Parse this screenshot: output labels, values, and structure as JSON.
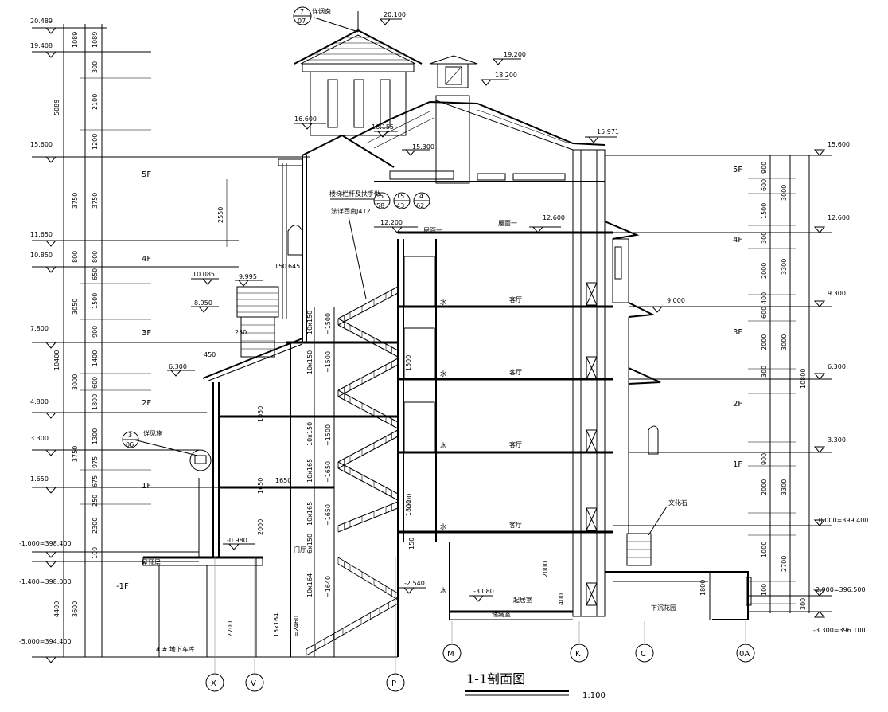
{
  "drawing": {
    "title": "1-1剖面图",
    "scale": "1:100"
  },
  "left_elevations": [
    "20.489",
    "19.408",
    "15.600",
    "11.650",
    "10.850",
    "7.800",
    "4.800",
    "3.300",
    "1.650",
    "-1.000=398.400",
    "-1.400=398.000",
    "-5.000=394.400"
  ],
  "left_dims_outer": [
    "1089",
    "5089",
    "3750",
    "800",
    "3050",
    "10400",
    "3000",
    "3750",
    "4400"
  ],
  "left_dims_inner": [
    "1089",
    "300",
    "2100",
    "1200",
    "3750",
    "800",
    "650",
    "1500",
    "900",
    "1400",
    "600",
    "1800",
    "1300",
    "975",
    "675",
    "250",
    "2300",
    "100",
    "3600"
  ],
  "right_elevations": [
    "15.600",
    "12.600",
    "9.300",
    "6.300",
    "3.300",
    "±0.000=399.400",
    "-2.900=396.500",
    "-3.300=396.100"
  ],
  "right_dims": [
    "900",
    "600",
    "1500",
    "300",
    "3000",
    "2000",
    "3300",
    "400",
    "600",
    "2000",
    "3000",
    "10800",
    "300",
    "900",
    "2000",
    "3300",
    "1000",
    "2700",
    "100",
    "300"
  ],
  "floor_labels_left": [
    "5F",
    "4F",
    "3F",
    "2F",
    "1F",
    "-1F"
  ],
  "floor_labels_right": [
    "5F",
    "4F",
    "3F",
    "2F",
    "1F"
  ],
  "axis_labels": [
    "X",
    "V",
    "P",
    "M",
    "K",
    "C",
    "0A"
  ],
  "interior_elevations": [
    "20.100",
    "19.200",
    "18.200",
    "16.600",
    "16.155",
    "15.971",
    "15.300",
    "12.200",
    "12.600",
    "10.085",
    "9.995",
    "8.950",
    "9.000",
    "6.300",
    "-0.980",
    "-2.540",
    "-3.080"
  ],
  "rooms": {
    "living": "客厅",
    "water": "水",
    "roof_1": "屋面一",
    "roof_2": "屋面一",
    "door_hall": "门厅",
    "rec_room": "起居室",
    "storage": "储藏室",
    "sunken_garden": "下沉花园",
    "garage": "4 # 地下车库",
    "roof_deck": "屋顶层",
    "culture_stone": "文化石"
  },
  "notes": {
    "railing": "楼梯栏杆及扶手做",
    "railing_ref": "法详西南J412",
    "chimney": "详烟囱",
    "detail": "详见施"
  },
  "callouts": [
    {
      "top": "7",
      "bottom": "07"
    },
    {
      "top": "5",
      "bottom": "58"
    },
    {
      "top": "15",
      "bottom": "43"
    },
    {
      "top": "4",
      "bottom": "62"
    },
    {
      "top": "3",
      "bottom": "06"
    }
  ],
  "stair_dims": [
    "10x150",
    "=1500",
    "10x150",
    "=1500",
    "10x150",
    "=1500",
    "10x165",
    "=1650",
    "10x165",
    "=1650",
    "6x150",
    "10x164",
    "=1640",
    "15x164",
    "=2460"
  ],
  "misc_dims": [
    "2550",
    "1650",
    "1500",
    "1800",
    "2000",
    "1050",
    "1650",
    "150",
    "645",
    "450",
    "250",
    "1800",
    "2000",
    "2700",
    "1800",
    "400",
    "150"
  ]
}
